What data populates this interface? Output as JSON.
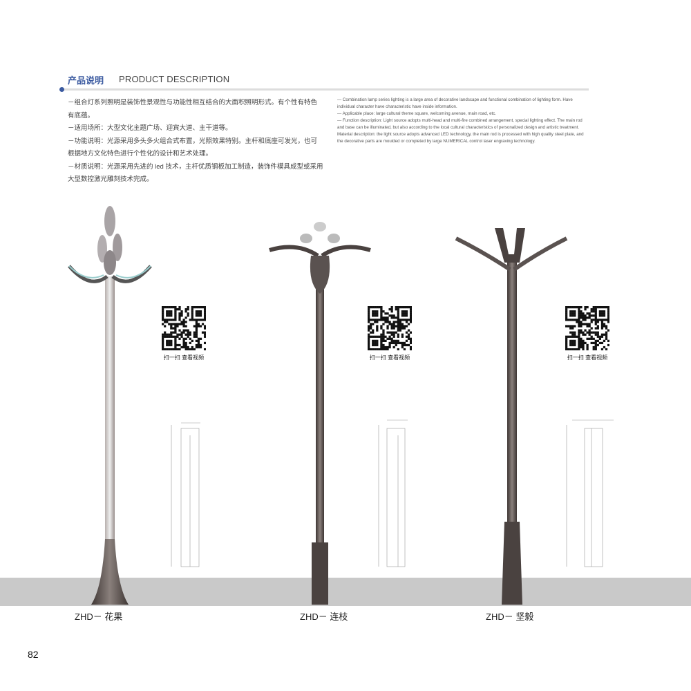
{
  "header": {
    "title_cn": "产品说明",
    "title_en": "PRODUCT DESCRIPTION"
  },
  "description_cn": [
    "－组合灯系列照明是装饰性景观性与功能性相互结合的大面积照明形式。有个性有特色有底蕴。",
    "－适用场所：大型文化主题广场、迎宾大道、主干道等。",
    "－功能说明：光源采用多头多火组合式布置，光照效果特别。主杆和底座可发光，也可根据地方文化特色进行个性化的设计和艺术处理。",
    "－材质说明：光源采用先进的 led 技术，主杆优质钢板加工制造，装饰件模具成型或采用大型数控激光雕刻技术完成。"
  ],
  "description_en": [
    "— Combination lamp series lighting is a large area of decorative landscape and functional combination of lighting form. Have individual character have characteristic have inside information.",
    "— Applicable place: large cultural theme square, welcoming avenue, main road, etc.",
    "— Function description: Light source adopts multi-head and multi-fire combined arrangement, special lighting effect. The main rod and base can be illuminated, but also according to the local cultural characteristics of personalized design and artistic treatment.",
    "Material description: the light source adopts advanced LED technology, the main rod is processed with high quality steel plate, and the decorative parts are moulded or completed by large NUMERICAL control laser engraving technology."
  ],
  "products": [
    {
      "name": "ZHD－ 花果",
      "qr_caption": "扫一扫 查看视频"
    },
    {
      "name": "ZHD－ 连枝",
      "qr_caption": "扫一扫 查看视频"
    },
    {
      "name": "ZHD－ 坚毅",
      "qr_caption": "扫一扫 查看视频"
    }
  ],
  "page_number": "82",
  "colors": {
    "accent": "#3b5aa0",
    "band": "#c9c9c9",
    "pole": "#5a5250"
  }
}
